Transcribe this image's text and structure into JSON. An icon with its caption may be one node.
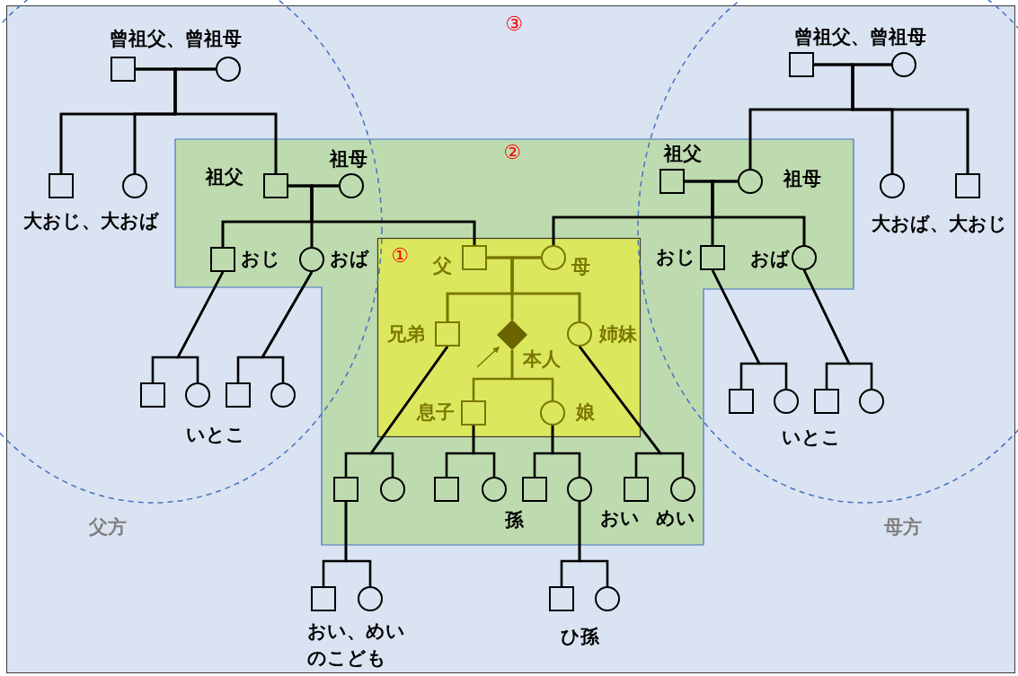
{
  "diagram": {
    "nodes": [
      {
        "text": [
          "②"
        ]
      },
      {
        "text": [
          "①"
        ],
        "in": 0
      },
      {
        "text": [],
        "shape": "box"
      },
      {
        "text": [],
        "shape": "circle"
      },
      {
        "text": [],
        "shape": "box"
      },
      {
        "text": [],
        "shape": "circle"
      },
      {
        "text": [],
        "shape": "box",
        "beside": [
          "祖父"
        ],
        "in": 0
      },
      {
        "text": [],
        "shape": "circle",
        "beside": [
          "祖母"
        ],
        "in": 0
      },
      {
        "text": [],
        "shape": "box",
        "beside": [
          "おじ"
        ],
        "in": 0
      },
      {
        "text": [],
        "shape": "circle",
        "beside": [
          "おば"
        ],
        "in": 0
      },
      {
        "text": [],
        "shape": "box",
        "beside": [
          "父"
        ],
        "in": 1
      },
      {
        "text": [],
        "shape": "circle",
        "beside": [
          "母"
        ],
        "in": 1
      },
      {
        "text": [],
        "shape": "box",
        "beside": [
          "祖父"
        ],
        "in": 0
      },
      {
        "text": [],
        "shape": "circle",
        "beside": [
          "祖母"
        ],
        "in": 0
      },
      {
        "text": [],
        "shape": "box"
      },
      {
        "text": [],
        "shape": "circle"
      },
      {
        "text": [],
        "shape": "circle"
      },
      {
        "text": [],
        "shape": "box"
      },
      {
        "text": [],
        "shape": "box",
        "beside": [
          "おじ"
        ],
        "in": 0
      },
      {
        "text": [],
        "shape": "circle",
        "beside": [
          "おば"
        ],
        "in": 0
      },
      {
        "text": [],
        "shape": "box",
        "beside": [
          "兄弟"
        ],
        "in": 1
      },
      {
        "text": [],
        "shape": "diamond",
        "beside": [
          "本人"
        ],
        "in": 1
      },
      {
        "text": [],
        "shape": "circle",
        "beside": [
          "姉妹"
        ],
        "in": 1
      },
      {
        "text": [],
        "shape": "box",
        "beside": [
          "息子"
        ],
        "in": 1
      },
      {
        "text": [],
        "shape": "circle",
        "beside": [
          "娘"
        ],
        "in": 1
      },
      {
        "text": [],
        "shape": "box"
      },
      {
        "text": [],
        "shape": "circle"
      },
      {
        "text": [],
        "shape": "box"
      },
      {
        "text": [],
        "shape": "circle"
      },
      {
        "text": [],
        "shape": "box",
        "in": 0
      },
      {
        "text": [],
        "shape": "circle",
        "in": 0
      },
      {
        "text": [],
        "shape": "box",
        "in": 0
      },
      {
        "text": [],
        "shape": "circle",
        "in": 0
      },
      {
        "text": [],
        "shape": "box",
        "in": 0
      },
      {
        "text": [],
        "shape": "circle",
        "in": 0
      },
      {
        "text": [],
        "shape": "box",
        "in": 0
      },
      {
        "text": [],
        "shape": "circle",
        "in": 0
      },
      {
        "text": [],
        "shape": "box"
      },
      {
        "text": [],
        "shape": "circle"
      },
      {
        "text": [],
        "shape": "box"
      },
      {
        "text": [],
        "shape": "circle"
      },
      {
        "text": [],
        "shape": "box"
      },
      {
        "text": [],
        "shape": "circle"
      },
      {
        "text": [],
        "shape": "box"
      },
      {
        "text": [],
        "shape": "circle"
      }
    ],
    "edges": [
      {
        "from": 2,
        "to": 3,
        "arrow": "none"
      },
      {
        "from": 2,
        "to": 4,
        "arrow": "none"
      },
      {
        "from": 2,
        "to": 5,
        "arrow": "none"
      },
      {
        "from": 2,
        "to": 6,
        "arrow": "none"
      },
      {
        "from": 3,
        "to": 4,
        "arrow": "none"
      },
      {
        "from": 3,
        "to": 5,
        "arrow": "none"
      },
      {
        "from": 3,
        "to": 6,
        "arrow": "none"
      },
      {
        "from": 6,
        "to": 7,
        "arrow": "none"
      },
      {
        "from": 6,
        "to": 8,
        "arrow": "none"
      },
      {
        "from": 6,
        "to": 9,
        "arrow": "none"
      },
      {
        "from": 6,
        "to": 10,
        "arrow": "none"
      },
      {
        "from": 7,
        "to": 8,
        "arrow": "none"
      },
      {
        "from": 7,
        "to": 9,
        "arrow": "none"
      },
      {
        "from": 7,
        "to": 10,
        "arrow": "none"
      },
      {
        "from": 14,
        "to": 15,
        "arrow": "none"
      },
      {
        "from": 14,
        "to": 13,
        "arrow": "none"
      },
      {
        "from": 14,
        "to": 16,
        "arrow": "none"
      },
      {
        "from": 14,
        "to": 17,
        "arrow": "none"
      },
      {
        "from": 15,
        "to": 13,
        "arrow": "none"
      },
      {
        "from": 15,
        "to": 16,
        "arrow": "none"
      },
      {
        "from": 15,
        "to": 17,
        "arrow": "none"
      },
      {
        "from": 12,
        "to": 13,
        "arrow": "none"
      },
      {
        "from": 12,
        "to": 11,
        "arrow": "none"
      },
      {
        "from": 12,
        "to": 18,
        "arrow": "none"
      },
      {
        "from": 12,
        "to": 19,
        "arrow": "none"
      },
      {
        "from": 13,
        "to": 11,
        "arrow": "none"
      },
      {
        "from": 13,
        "to": 18,
        "arrow": "none"
      },
      {
        "from": 13,
        "to": 19,
        "arrow": "none"
      },
      {
        "from": 10,
        "to": 11,
        "arrow": "none",
        "color": "#7a7600"
      },
      {
        "from": 10,
        "to": 20,
        "arrow": "none",
        "color": "#7a7600"
      },
      {
        "from": 10,
        "to": 21,
        "arrow": "none",
        "color": "#7a7600"
      },
      {
        "from": 10,
        "to": 22,
        "arrow": "none",
        "color": "#7a7600"
      },
      {
        "from": 11,
        "to": 20,
        "arrow": "none",
        "color": "#7a7600"
      },
      {
        "from": 11,
        "to": 21,
        "arrow": "none",
        "color": "#7a7600"
      },
      {
        "from": 11,
        "to": 22,
        "arrow": "none",
        "color": "#7a7600"
      },
      {
        "from": 21,
        "to": 23,
        "arrow": "none",
        "color": "#7a7600"
      },
      {
        "from": 21,
        "to": 24,
        "arrow": "none",
        "color": "#7a7600"
      },
      {
        "from": null,
        "to": 21,
        "arrow": "to",
        "color": "#7a7600"
      },
      {
        "from": 8,
        "to": 25,
        "arrow": "none"
      },
      {
        "from": 8,
        "to": 26,
        "arrow": "none"
      },
      {
        "from": 9,
        "to": 27,
        "arrow": "none"
      },
      {
        "from": 9,
        "to": 28,
        "arrow": "none"
      },
      {
        "from": 20,
        "to": 29,
        "arrow": "none"
      },
      {
        "from": 20,
        "to": 30,
        "arrow": "none"
      },
      {
        "from": 29,
        "to": 37,
        "arrow": "none"
      },
      {
        "from": 29,
        "to": 38,
        "arrow": "none"
      },
      {
        "from": 23,
        "to": 31,
        "arrow": "none"
      },
      {
        "from": 23,
        "to": 32,
        "arrow": "none"
      },
      {
        "from": 24,
        "to": 33,
        "arrow": "none"
      },
      {
        "from": 24,
        "to": 34,
        "arrow": "none"
      },
      {
        "from": 34,
        "to": 39,
        "arrow": "none"
      },
      {
        "from": 34,
        "to": 40,
        "arrow": "none"
      },
      {
        "from": 22,
        "to": 35,
        "arrow": "none"
      },
      {
        "from": 22,
        "to": 36,
        "arrow": "none"
      },
      {
        "from": 18,
        "to": 41,
        "arrow": "none"
      },
      {
        "from": 18,
        "to": 42,
        "arrow": "none"
      },
      {
        "from": 19,
        "to": 43,
        "arrow": "none"
      },
      {
        "from": 19,
        "to": 44,
        "arrow": "none"
      }
    ],
    "labels": [
      "③",
      "曾祖父、曾祖母",
      "曾祖父、曾祖母",
      "大おじ、大おば",
      "大おば、大おじ",
      "いとこ",
      "いとこ",
      "父方",
      "孫",
      "おい",
      "めい",
      "母方",
      "おい、めいのこども",
      "ひ孫"
    ]
  }
}
